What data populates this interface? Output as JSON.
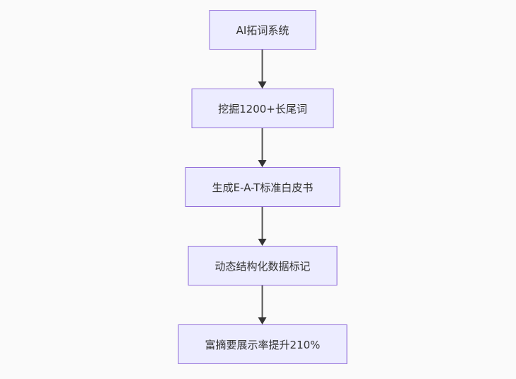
{
  "flowchart": {
    "nodes": [
      {
        "id": "node-ai-keyword-system",
        "label": "AI拓词系统"
      },
      {
        "id": "node-longtail-mining",
        "label": "挖掘1200+长尾词"
      },
      {
        "id": "node-eat-whitepaper",
        "label": "生成E-A-T标准白皮书"
      },
      {
        "id": "node-structured-data",
        "label": "动态结构化数据标记"
      },
      {
        "id": "node-rich-snippet-result",
        "label": "富摘要展示率提升210%"
      }
    ],
    "edges": [
      {
        "from": 0,
        "to": 1,
        "style": "arrow-down"
      },
      {
        "from": 1,
        "to": 2,
        "style": "arrow-down"
      },
      {
        "from": 2,
        "to": 3,
        "style": "arrow-down"
      },
      {
        "from": 3,
        "to": 4,
        "style": "arrow-down"
      }
    ],
    "colors": {
      "background": "#fafafa",
      "node_fill": "#ECECFF",
      "node_border": "#9370DB",
      "text": "#333333",
      "arrow_line": "#555555",
      "arrow_head": "#333333"
    }
  }
}
